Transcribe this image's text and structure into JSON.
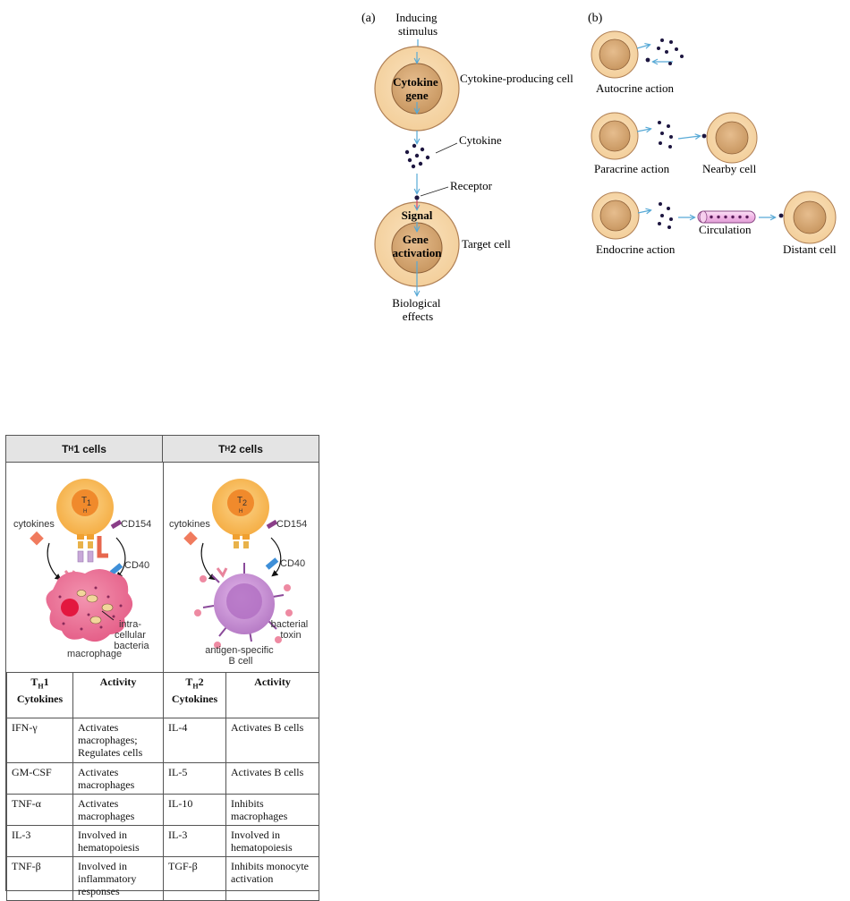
{
  "panel_a": {
    "label": "(a)",
    "inducing_stimulus": [
      "Inducing",
      "stimulus"
    ],
    "cytokine_gene": [
      "Cytokine",
      "gene"
    ],
    "producing_cell_label": "Cytokine-producing cell",
    "cytokine_label": "Cytokine",
    "receptor_label": "Receptor",
    "signal_label": "Signal",
    "gene_activation": [
      "Gene",
      "activation"
    ],
    "target_cell_label": "Target cell",
    "biological_effects": [
      "Biological",
      "effects"
    ]
  },
  "panel_b": {
    "label": "(b)",
    "autocrine": "Autocrine action",
    "paracrine": "Paracrine action",
    "nearby_cell": "Nearby cell",
    "endocrine": "Endocrine action",
    "circulation": "Circulation",
    "distant_cell": "Distant cell"
  },
  "th_figure": {
    "th1_header": "1 cells",
    "th2_header": "2 cells",
    "th_prefix": "T",
    "th_sub": "H",
    "th1_cell": "1",
    "th2_cell": "2",
    "cytokines": "cytokines",
    "cd154": "CD154",
    "cd40": "CD40",
    "intra": [
      "intra-",
      "cellular",
      "bacteria"
    ],
    "macrophage": "macrophage",
    "bacterial_toxin": [
      "bacterial",
      "toxin"
    ],
    "b_cell": [
      "antigen-specific",
      "B cell"
    ]
  },
  "table": {
    "th1_head": [
      "1",
      "Cytokines"
    ],
    "th2_head": [
      "2",
      "Cytokines"
    ],
    "activity": "Activity",
    "rows": [
      {
        "c1": "IFN-γ",
        "a1": "Activates macrophages; Regulates cells",
        "c2": "IL-4",
        "a2": "Activates B cells"
      },
      {
        "c1": "GM-CSF",
        "a1": "Activates macrophages",
        "c2": "IL-5",
        "a2": "Activates B cells"
      },
      {
        "c1": "TNF-α",
        "a1": "Activates macrophages",
        "c2": "IL-10",
        "a2": "Inhibits macrophages"
      },
      {
        "c1": "IL-3",
        "a1": "Involved in hematopoiesis",
        "c2": "IL-3",
        "a2": "Involved in hematopoiesis"
      },
      {
        "c1": "TNF-β",
        "a1": "Involved in inflammatory responses",
        "c2": "TGF-β",
        "a2": "Inhibits monocyte activation"
      }
    ]
  },
  "colors": {
    "cell_outer": "#f7d8aa",
    "cell_inner": "#d8a976",
    "cell_stroke": "#a8784a",
    "arrow": "#57a9d6",
    "dot": "#1d1640",
    "th_cell": "#f7b544",
    "macrophage": "#ea6a90",
    "b_cell": "#c58cd0"
  }
}
